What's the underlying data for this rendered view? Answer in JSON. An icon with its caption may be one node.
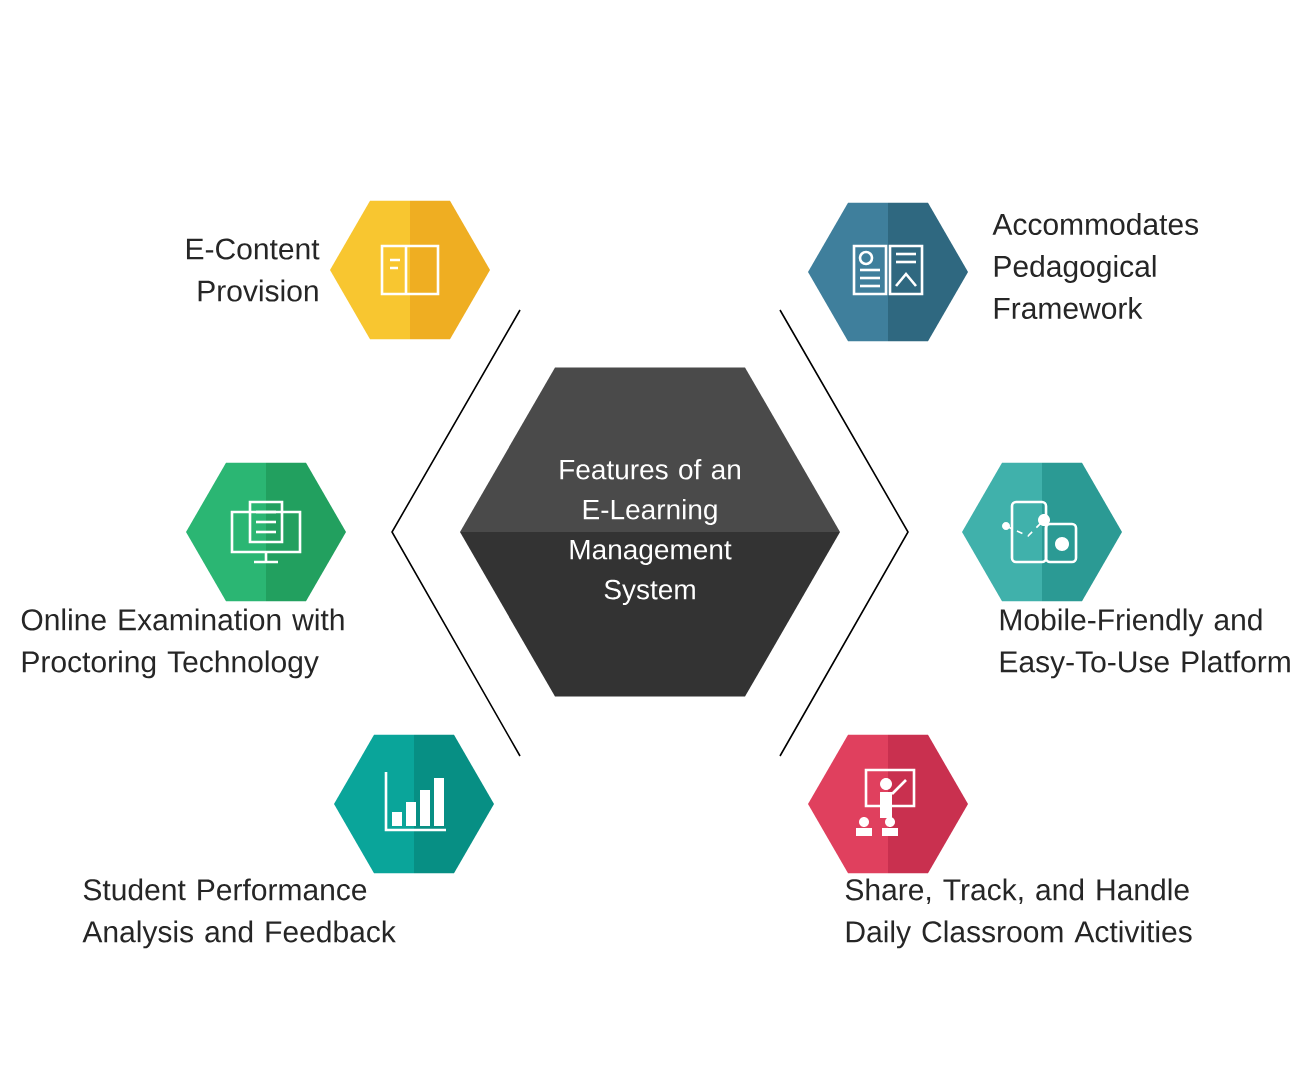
{
  "diagram": {
    "nodes": [
      {
        "text": [
          "Features of an E-Learning Management System"
        ]
      },
      {
        "text": [
          "E-Content Provision"
        ]
      },
      {
        "text": [
          "Accommodates Pedagogical Framework"
        ]
      },
      {
        "text": [
          "Online Examination with Proctoring Technology"
        ]
      },
      {
        "text": [
          "Mobile-Friendly and Easy-To-Use Platform"
        ]
      },
      {
        "text": [
          "Student Performance Analysis and Feedback"
        ]
      },
      {
        "text": [
          "Share, Track, and Handle Daily Classroom Activities"
        ]
      }
    ]
  }
}
